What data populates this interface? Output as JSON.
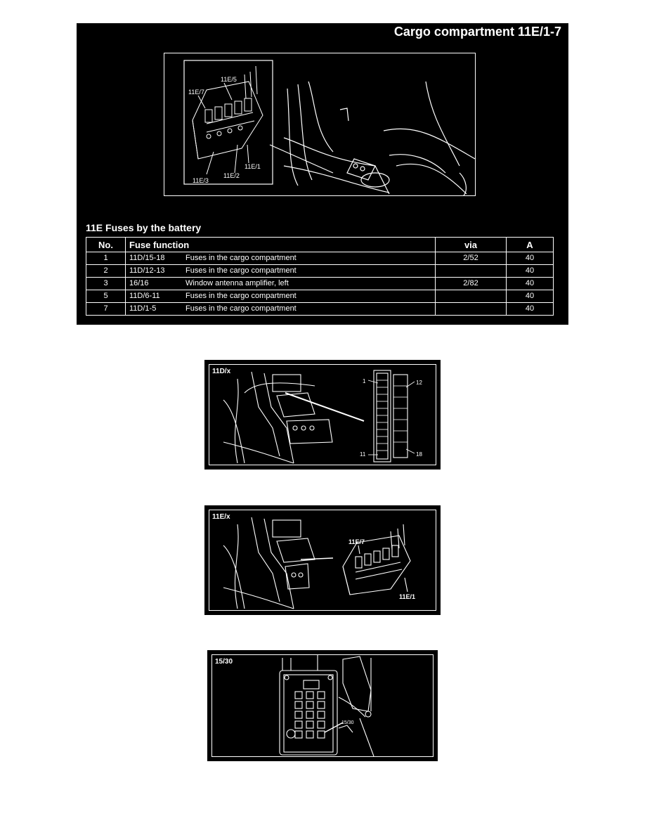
{
  "main_panel": {
    "title": "Cargo compartment 11E/1-7",
    "diagram_labels": {
      "l1": "11E/7",
      "l2": "11E/5",
      "l3": "11E/1",
      "l4": "11E/2",
      "l5": "11E/3"
    },
    "section_title": "11E Fuses by the battery",
    "table": {
      "headers": [
        "No.",
        "Fuse function",
        "via",
        "A"
      ],
      "rows": [
        {
          "no": "1",
          "code": "11D/15-18",
          "desc": "Fuses in the cargo compartment",
          "via": "2/52",
          "amp": "40"
        },
        {
          "no": "2",
          "code": "11D/12-13",
          "desc": "Fuses in the cargo compartment",
          "via": "",
          "amp": "40"
        },
        {
          "no": "3",
          "code": "16/16",
          "desc": "Window antenna amplifier, left",
          "via": "2/82",
          "amp": "40"
        },
        {
          "no": "5",
          "code": "11D/6-11",
          "desc": "Fuses in the cargo compartment",
          "via": "",
          "amp": "40"
        },
        {
          "no": "7",
          "code": "11D/1-5",
          "desc": "Fuses in the cargo compartment",
          "via": "",
          "amp": "40"
        }
      ]
    }
  },
  "panel_11d": {
    "title": "11D/x",
    "labels": {
      "top_left": "1",
      "top_right": "12",
      "bottom_left": "11",
      "bottom_right": "18"
    }
  },
  "panel_11e": {
    "title": "11E/x",
    "labels": {
      "top": "11E/7",
      "bottom": "11E/1"
    }
  },
  "panel_1530": {
    "title": "15/30",
    "labels": {
      "pointer": "15/30"
    }
  }
}
